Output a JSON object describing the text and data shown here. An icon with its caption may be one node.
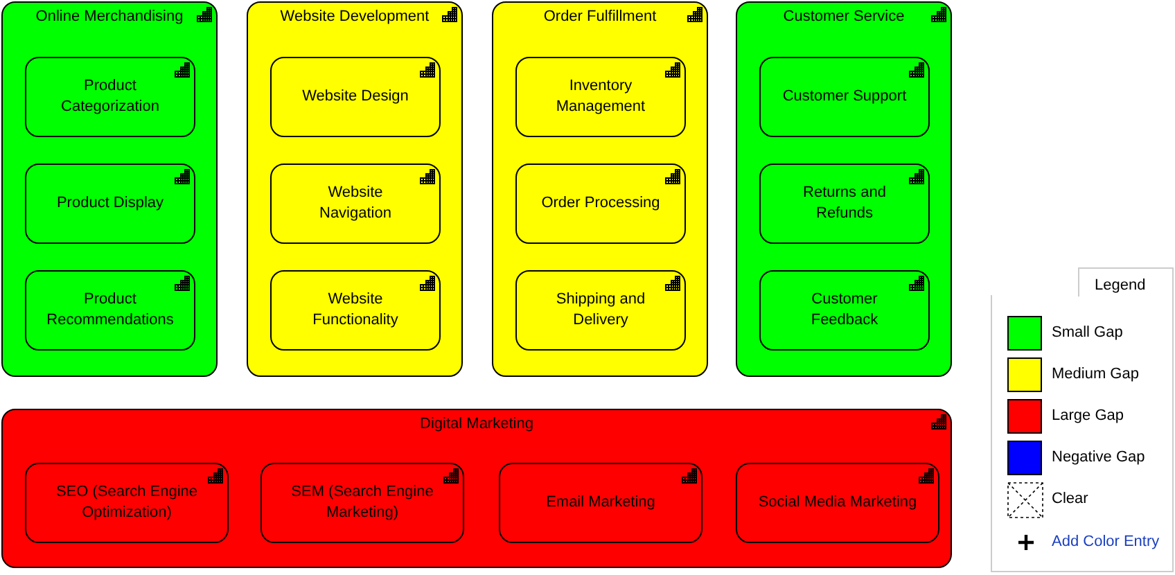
{
  "diagram": {
    "nodes": [
      {
        "text": [
          "Online Merchandising"
        ]
      },
      {
        "text": [
          "Product Categorization"
        ],
        "in": 0
      },
      {
        "text": [
          "Product Display"
        ],
        "in": 0
      },
      {
        "text": [
          "Product Recommendations"
        ],
        "in": 0
      },
      {
        "text": [
          "Website Development"
        ]
      },
      {
        "text": [
          "Website Design"
        ],
        "in": 4
      },
      {
        "text": [
          "Website Navigation"
        ],
        "in": 4
      },
      {
        "text": [
          "Website Functionality"
        ],
        "in": 4
      },
      {
        "text": [
          "Order Fulfillment"
        ]
      },
      {
        "text": [
          "Inventory Management"
        ],
        "in": 8
      },
      {
        "text": [
          "Order Processing"
        ],
        "in": 8
      },
      {
        "text": [
          "Shipping and Delivery"
        ],
        "in": 8
      },
      {
        "text": [
          "Customer Service"
        ]
      },
      {
        "text": [
          "Customer Support"
        ],
        "in": 12
      },
      {
        "text": [
          "Returns and Refunds"
        ],
        "in": 12
      },
      {
        "text": [
          "Customer Feedback"
        ],
        "in": 12
      },
      {
        "text": [
          "Digital Marketing"
        ]
      },
      {
        "text": [
          "SEO (Search Engine Optimization)"
        ],
        "in": 16
      },
      {
        "text": [
          "SEM (Search Engine Marketing)"
        ],
        "in": 16
      },
      {
        "text": [
          "Email Marketing"
        ],
        "in": 16
      },
      {
        "text": [
          "Social Media Marketing"
        ],
        "in": 16
      }
    ],
    "labels": [
      "Legend",
      "Add Color Entry"
    ],
    "legend": [
      {
        "text": "Small Gap",
        "color": "#00ff00"
      },
      {
        "text": "Medium Gap",
        "color": "#ffff00"
      },
      {
        "text": "Large Gap",
        "color": "#ff0000"
      },
      {
        "text": "Negative Gap",
        "color": "#0000ff"
      },
      {
        "text": "Clear"
      }
    ]
  }
}
